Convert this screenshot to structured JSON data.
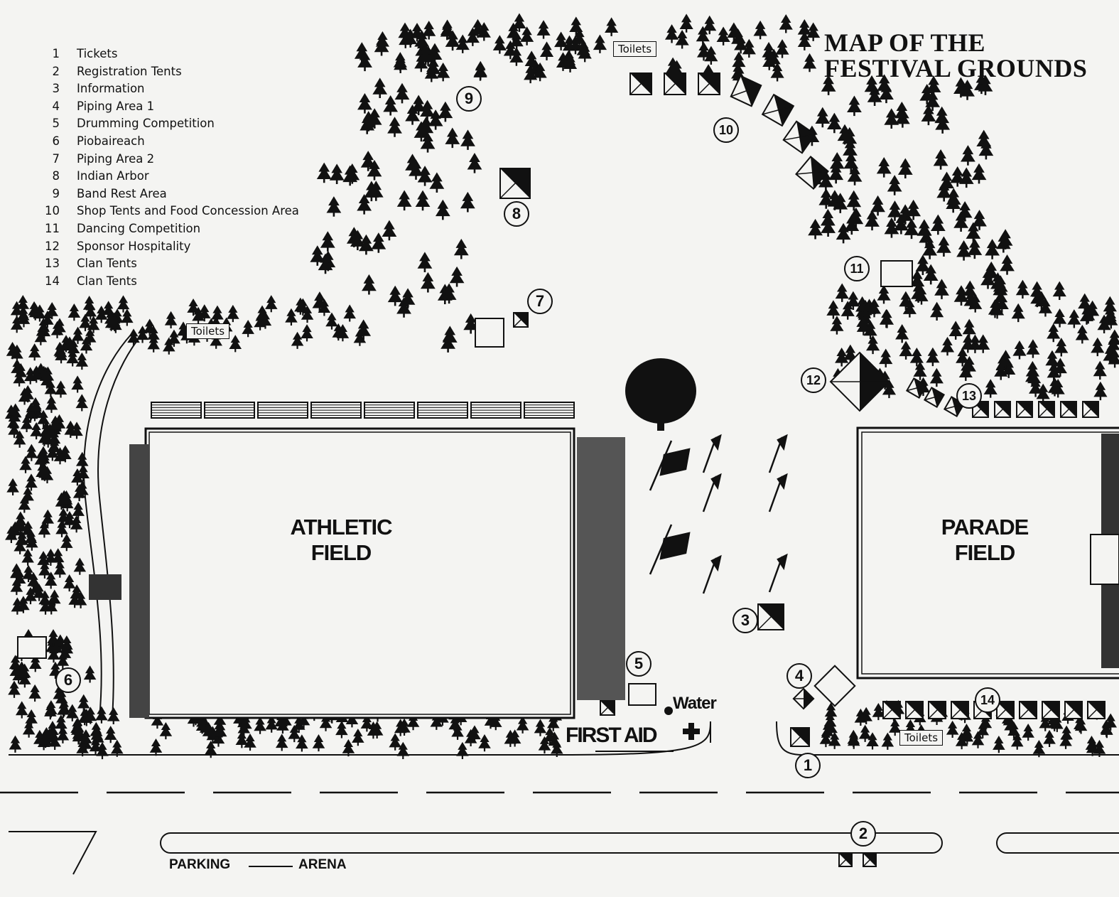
{
  "title": {
    "line1": "MAP OF THE",
    "line2": "FESTIVAL GROUNDS"
  },
  "legend": [
    {
      "num": "1",
      "label": "Tickets"
    },
    {
      "num": "2",
      "label": "Registration Tents"
    },
    {
      "num": "3",
      "label": "Information"
    },
    {
      "num": "4",
      "label": "Piping Area 1"
    },
    {
      "num": "5",
      "label": "Drumming Competition"
    },
    {
      "num": "6",
      "label": "Piobaireach"
    },
    {
      "num": "7",
      "label": "Piping Area 2"
    },
    {
      "num": "8",
      "label": "Indian Arbor"
    },
    {
      "num": "9",
      "label": "Band Rest Area"
    },
    {
      "num": "10",
      "label": "Shop Tents and Food Concession Area"
    },
    {
      "num": "11",
      "label": "Dancing Competition"
    },
    {
      "num": "12",
      "label": "Sponsor Hospitality"
    },
    {
      "num": "13",
      "label": "Clan Tents"
    },
    {
      "num": "14",
      "label": "Clan Tents"
    }
  ],
  "fields": {
    "athletic": {
      "line1": "ATHLETIC",
      "line2": "FIELD"
    },
    "parade": {
      "line1": "PARADE",
      "line2": "FIELD"
    }
  },
  "labels": {
    "toilets": "Toilets",
    "water": "Water",
    "first_aid": "FIRST AID",
    "parking": "PARKING",
    "arena": "ARENA"
  },
  "markers": [
    "1",
    "2",
    "3",
    "4",
    "5",
    "6",
    "7",
    "8",
    "9",
    "10",
    "11",
    "12",
    "13",
    "14"
  ]
}
